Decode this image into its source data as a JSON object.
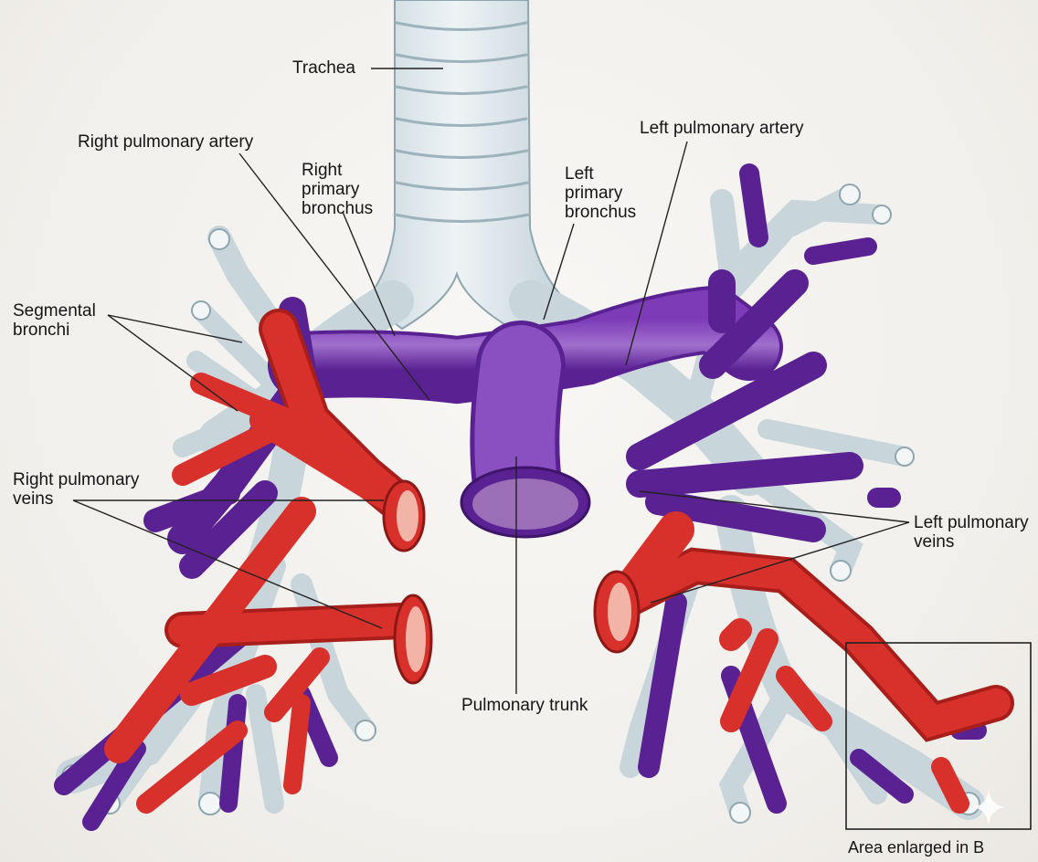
{
  "labels": {
    "trachea": "Trachea",
    "right_pulmonary_artery": "Right pulmonary artery",
    "left_pulmonary_artery": "Left pulmonary artery",
    "right_primary_bronchus": "Right\nprimary\nbronchus",
    "left_primary_bronchus": "Left\nprimary\nbronchus",
    "segmental_bronchi": "Segmental\nbronchi",
    "right_pulmonary_veins": "Right pulmonary\nveins",
    "left_pulmonary_veins": "Left pulmonary\nveins",
    "pulmonary_trunk": "Pulmonary trunk",
    "area_enlarged": "Area enlarged in B"
  },
  "colors": {
    "airway": "#dfe8ec",
    "airway_stroke": "#8fa6b0",
    "artery": "#6a2aa5",
    "artery_dark": "#4b1b82",
    "vein": "#d8302a",
    "vein_dark": "#a81e1a",
    "leader": "#222222"
  }
}
